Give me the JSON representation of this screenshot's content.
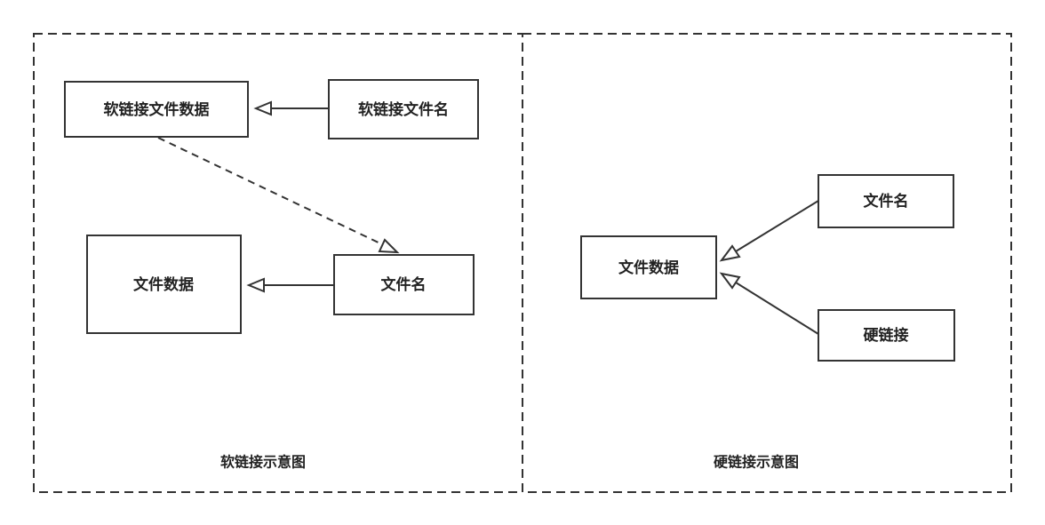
{
  "soft_panel": {
    "caption": "软链接示意图",
    "nodes": {
      "symlink_data": "软链接文件数据",
      "symlink_name": "软链接文件名",
      "file_data": "文件数据",
      "file_name": "文件名"
    }
  },
  "hard_panel": {
    "caption": "硬链接示意图",
    "nodes": {
      "file_data": "文件数据",
      "file_name": "文件名",
      "hard_link": "硬链接"
    }
  },
  "colors": {
    "stroke": "#333333",
    "text": "#222222",
    "background": "#ffffff"
  }
}
